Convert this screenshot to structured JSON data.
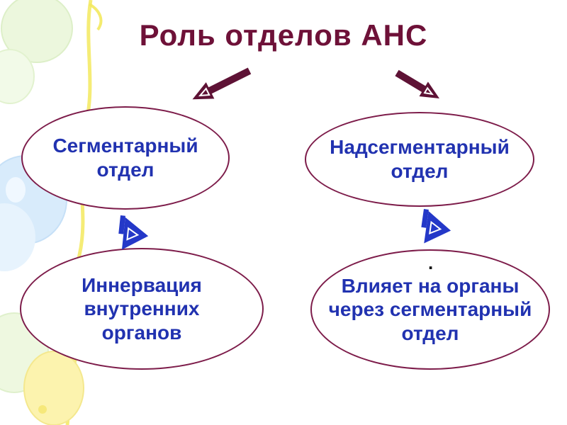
{
  "slide": {
    "title": "Роль отделов АНС",
    "nodes": {
      "segmental": "Сегментарный отдел",
      "suprasegmental": "Надсегментарный отдел",
      "innervation": "Иннервация внутренних органов",
      "influence": "Влияет на органы через сегментарный отдел"
    },
    "stray_dot": ".",
    "icons": {
      "left_arrow": "down-left-arrow-icon",
      "right_arrow": "down-right-arrow-icon",
      "left_flag": "flag-arrow-icon",
      "right_flag": "flag-arrow-icon",
      "background": "balloon-decoration"
    },
    "colors": {
      "title": "#6e1138",
      "node_text": "#2132b0",
      "ellipse_border": "#7d1c4a",
      "arrow": "#5e1235",
      "flag": "#2438c8",
      "balloon_green": "#ecf7dd",
      "balloon_blue": "#d8ebfb",
      "balloon_yellow": "#fcf3ae",
      "streamer_yellow": "#f3e95e"
    }
  }
}
